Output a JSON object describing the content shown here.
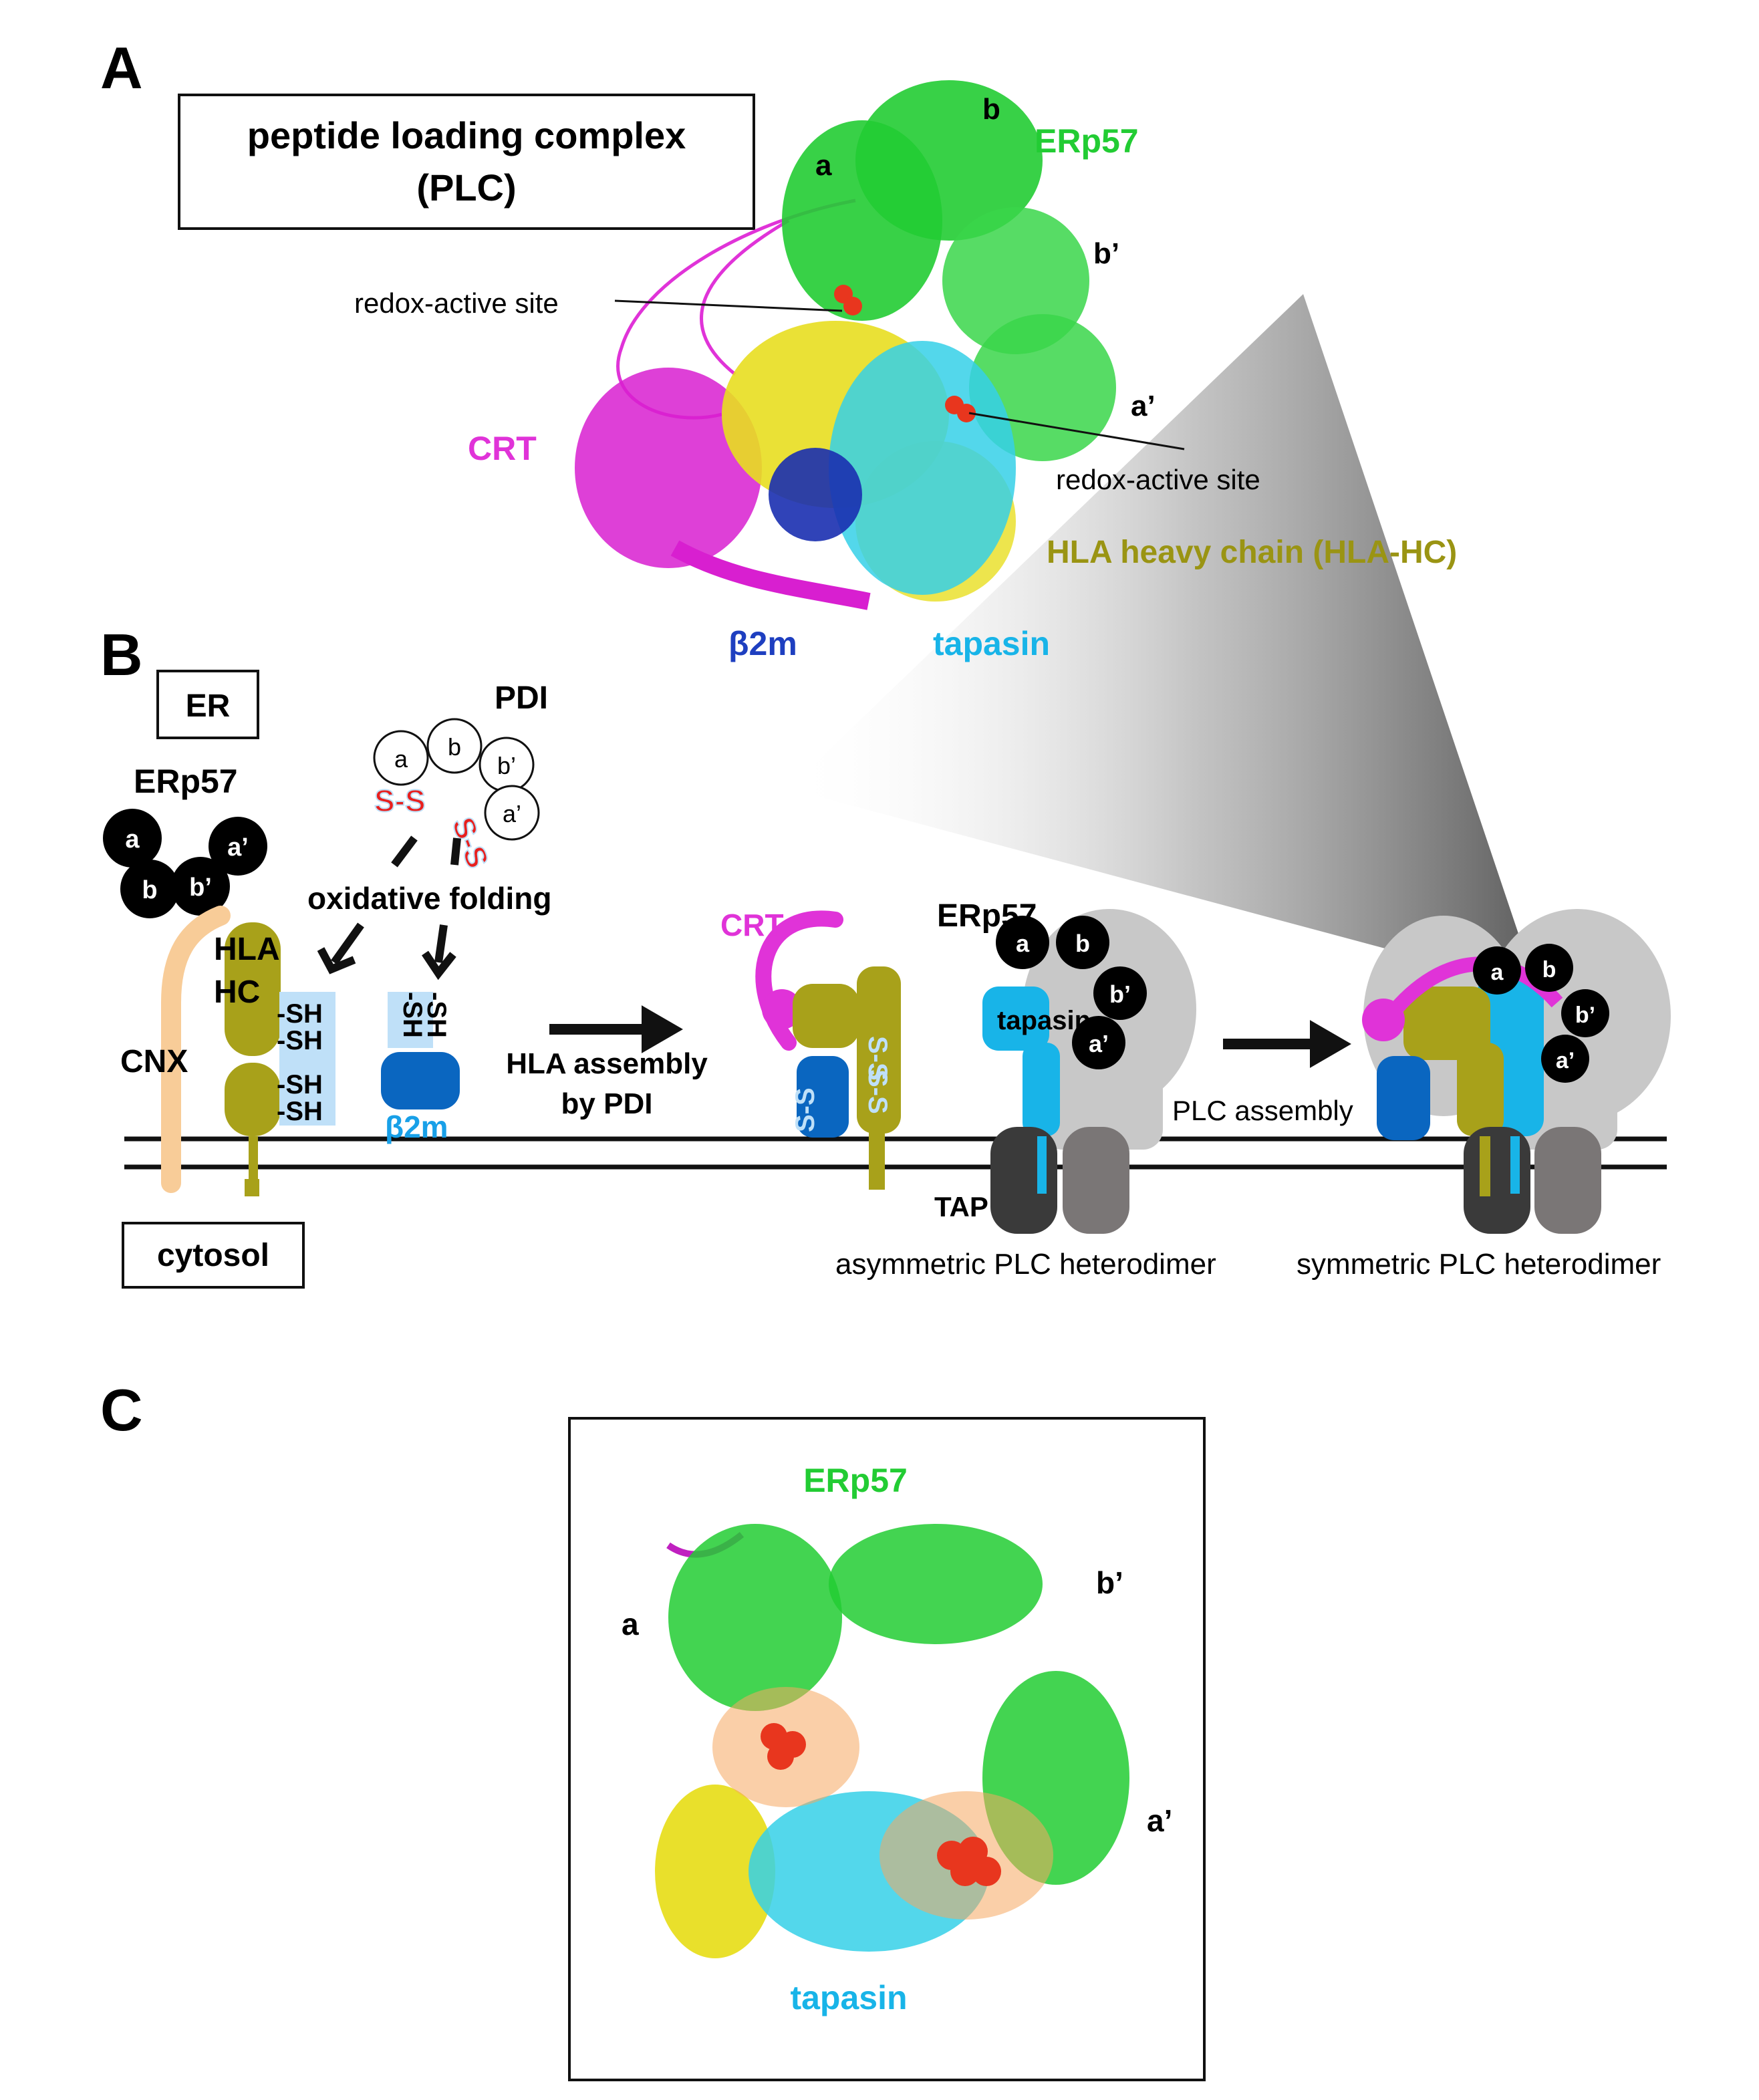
{
  "panel_labels": {
    "a": "A",
    "b": "B",
    "c": "C"
  },
  "panel_a": {
    "title_line1": "peptide loading complex",
    "title_line2": "(PLC)",
    "domain_a": "a",
    "domain_b": "b",
    "domain_b_prime": "b’",
    "domain_a_prime": "a’",
    "erp57": "ERp57",
    "redox_site_1": "redox-active site",
    "redox_site_2": "redox-active site",
    "crt": "CRT",
    "hla_hc": "HLA heavy chain (HLA-HC)",
    "b2m": "β2m",
    "tapasin": "tapasin"
  },
  "panel_b": {
    "er": "ER",
    "cytosol": "cytosol",
    "erp57": "ERp57",
    "erp57_domains": {
      "a": "a",
      "b": "b",
      "b_prime": "b’",
      "a_prime": "a’"
    },
    "pdi": "PDI",
    "pdi_domains": {
      "a": "a",
      "b": "b",
      "b_prime": "b’",
      "a_prime": "a’"
    },
    "ss_1": "S-S",
    "ss_2": "S-S",
    "oxidative_folding": "oxidative  folding",
    "cnx": "CNX",
    "hla": "HLA",
    "hc": "HC",
    "sh": "-SH",
    "b2m": "β2m",
    "hla_assembly_1": "HLA assembly",
    "hla_assembly_2": "by PDI",
    "crt": "CRT",
    "tapasin": "tapasin",
    "tap": "TAP",
    "plc_assembly": "PLC assembly",
    "asym": "asymmetric  PLC heterodimer",
    "sym": "symmetric  PLC heterodimer"
  },
  "panel_c": {
    "erp57": "ERp57",
    "a": "a",
    "b_prime": "b’",
    "a_prime": "a’",
    "tapasin": "tapasin"
  },
  "colors": {
    "erp57_green": "#22cc33",
    "crt_magenta": "#e033d8",
    "hla_olive": "#a8a11a",
    "hla_text": "#9a9413",
    "b2m_blue": "#1e3fc0",
    "tapasin_cyan": "#18b4e8",
    "tap_grey": "#3a3a3a",
    "redox_red": "#e8361e",
    "cnx_peach": "#f8cc98"
  }
}
